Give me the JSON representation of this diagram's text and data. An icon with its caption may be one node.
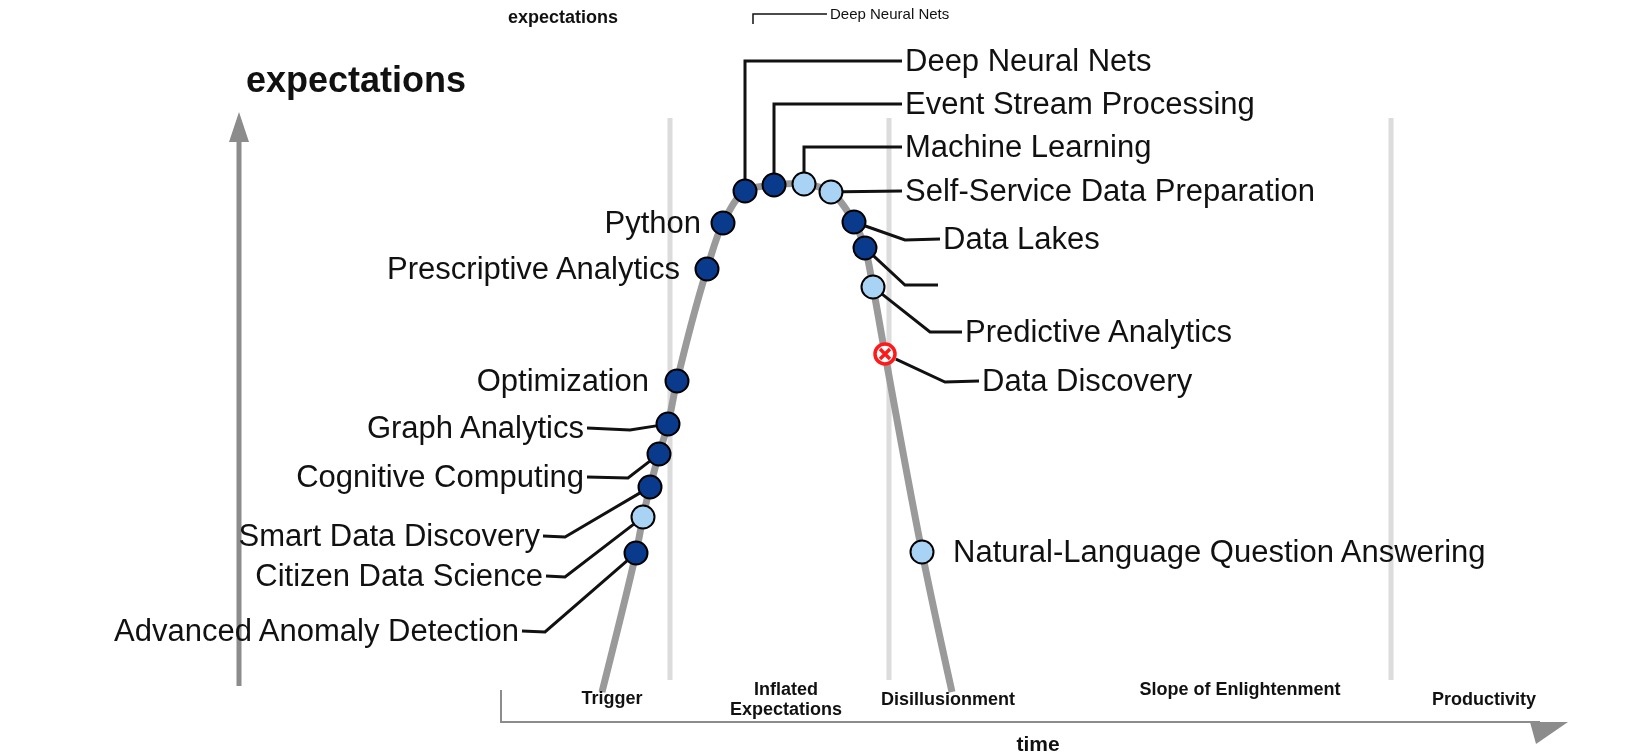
{
  "diagram": {
    "nodes": [
      {
        "text": [
          "Deep Neural Nets"
        ]
      },
      {
        "text": [
          "Deep Neural Nets"
        ]
      },
      {
        "text": [],
        "shape": "circle"
      },
      {
        "text": [
          "Event Stream Processing"
        ]
      },
      {
        "text": [],
        "shape": "circle"
      },
      {
        "text": [
          "Machine Learning"
        ]
      },
      {
        "text": [],
        "shape": "circle"
      },
      {
        "text": [
          "Self-Service Data Preparation"
        ]
      },
      {
        "text": [],
        "shape": "circle"
      },
      {
        "text": [],
        "shape": "circle",
        "beside": [
          "Python"
        ]
      },
      {
        "text": [
          "Data Lakes"
        ]
      },
      {
        "text": [],
        "shape": "circle"
      },
      {
        "text": [],
        "shape": "circle"
      },
      {
        "text": [],
        "shape": "circle",
        "beside": [
          "Prescriptive Analytics"
        ]
      },
      {
        "text": [
          "Predictive Analytics"
        ]
      },
      {
        "text": [],
        "shape": "circle"
      },
      {
        "text": [
          "Data Discovery"
        ]
      },
      {
        "text": [],
        "shape": "crossed-circle"
      },
      {
        "text": [],
        "shape": "circle",
        "beside": [
          "Optimization"
        ]
      },
      {
        "text": [
          "Graph Analytics"
        ]
      },
      {
        "text": [],
        "shape": "circle"
      },
      {
        "text": [
          "Cognitive Computing"
        ]
      },
      {
        "text": [],
        "shape": "circle"
      },
      {
        "text": [
          "Smart Data Discovery"
        ]
      },
      {
        "text": [],
        "shape": "circle"
      },
      {
        "text": [],
        "shape": "circle",
        "beside": [
          "Natural-Language Question Answering"
        ]
      },
      {
        "text": [
          "Citizen Data Science"
        ]
      },
      {
        "text": [],
        "shape": "circle"
      },
      {
        "text": [
          "Advanced Anomaly Detection"
        ]
      },
      {
        "text": [],
        "shape": "circle"
      }
    ],
    "edges": [
      {
        "from": 0,
        "to": null,
        "arrow": "none"
      },
      {
        "from": 1,
        "to": 2,
        "arrow": "none"
      },
      {
        "from": 3,
        "to": 4,
        "arrow": "none"
      },
      {
        "from": 5,
        "to": 6,
        "arrow": "none"
      },
      {
        "from": 7,
        "to": 8,
        "arrow": "none"
      },
      {
        "from": 10,
        "to": 11,
        "arrow": "none"
      },
      {
        "from": null,
        "to": 12,
        "arrow": "none"
      },
      {
        "from": 14,
        "to": 15,
        "arrow": "none"
      },
      {
        "from": 16,
        "to": 17,
        "arrow": "none"
      },
      {
        "from": 19,
        "to": 20,
        "arrow": "none"
      },
      {
        "from": 21,
        "to": 22,
        "arrow": "none"
      },
      {
        "from": 23,
        "to": 24,
        "arrow": "none"
      },
      {
        "from": 26,
        "to": 27,
        "arrow": "none"
      },
      {
        "from": 28,
        "to": 29,
        "arrow": "none"
      }
    ],
    "labels": [
      "expectations",
      "expectations",
      "Trigger",
      "Inflated Expectations",
      "Disillusionment",
      "Slope of Enlightenment",
      "Productivity",
      "time"
    ]
  }
}
